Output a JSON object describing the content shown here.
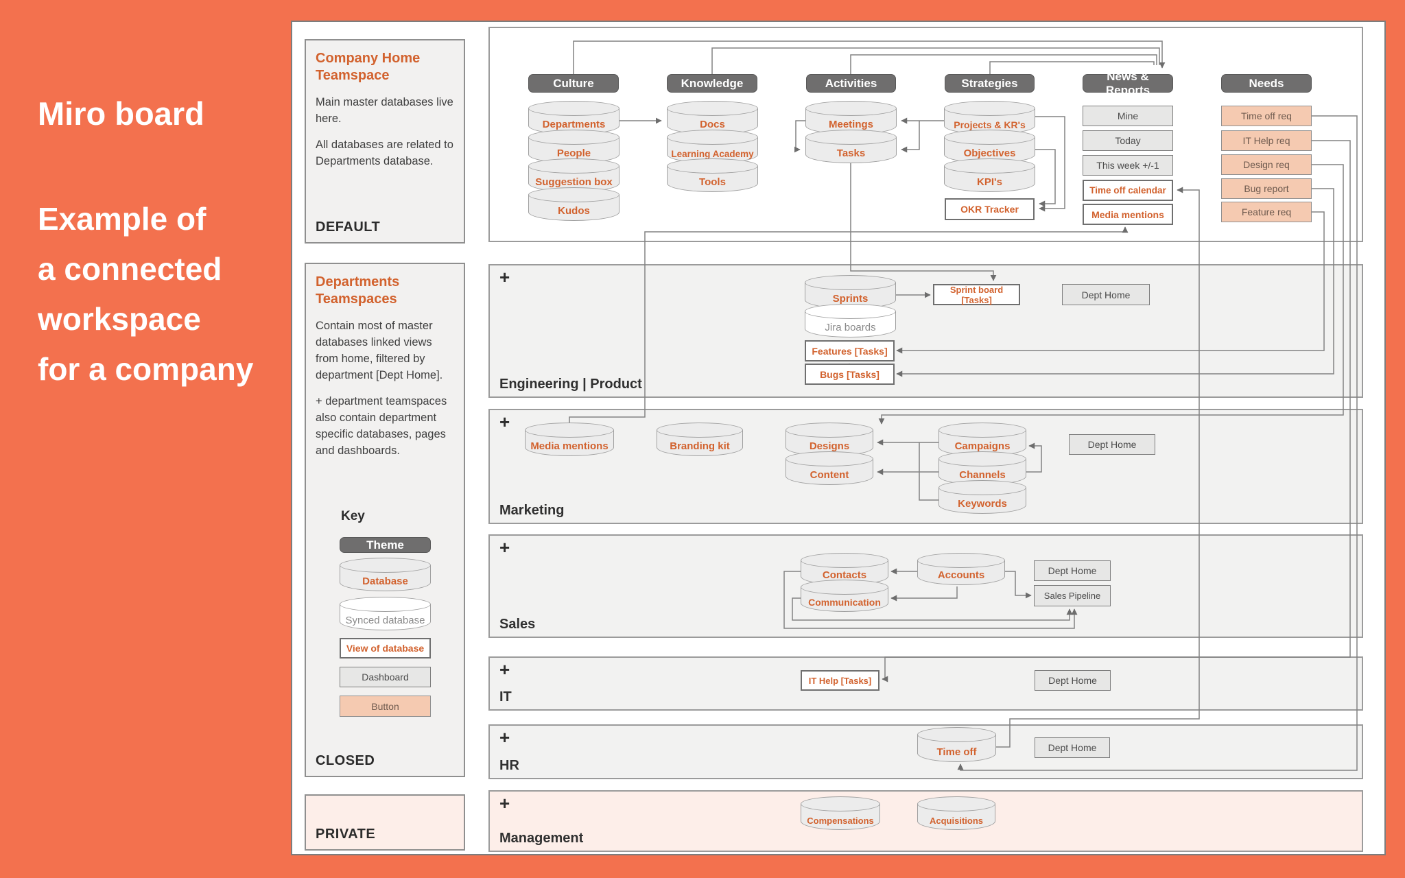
{
  "sidebar": {
    "title": "Miro board",
    "subtitle_lines": [
      "Example of",
      "a connected",
      "workspace",
      "for a company"
    ]
  },
  "panels": {
    "company_home": {
      "title": "Company Home Teamspace",
      "paragraphs": [
        "Main master databases live here.",
        "All databases are related to Departments database."
      ],
      "footer": "DEFAULT"
    },
    "departments": {
      "title": "Departments Teamspaces",
      "paragraphs": [
        "Contain most of master databases linked views from home, filtered by department [Dept Home].",
        "+ department teamspaces also contain department specific databases, pages and dashboards."
      ],
      "key": {
        "title": "Key",
        "items": [
          {
            "type": "theme",
            "label": "Theme"
          },
          {
            "type": "database",
            "label": "Database"
          },
          {
            "type": "synced-database",
            "label": "Synced database"
          },
          {
            "type": "view-of-database",
            "label": "View of database"
          },
          {
            "type": "dashboard",
            "label": "Dashboard"
          },
          {
            "type": "button",
            "label": "Button"
          }
        ]
      },
      "footer": "CLOSED"
    },
    "private": {
      "footer": "PRIVATE"
    }
  },
  "themes": [
    {
      "label": "Culture",
      "items": [
        "Departments",
        "People",
        "Suggestion box",
        "Kudos"
      ]
    },
    {
      "label": "Knowledge",
      "items": [
        "Docs",
        "Learning Academy",
        "Tools"
      ]
    },
    {
      "label": "Activities",
      "items": [
        "Meetings",
        "Tasks"
      ]
    },
    {
      "label": "Strategies",
      "items": [
        "Projects & KR's",
        "Objectives",
        "KPI's",
        "OKR Tracker"
      ]
    },
    {
      "label": "News & Reports",
      "items": [
        "Mine",
        "Today",
        "This week +/-1",
        "Time off calendar",
        "Media mentions"
      ]
    },
    {
      "label": "Needs",
      "items": [
        "Time off req",
        "IT Help req",
        "Design req",
        "Bug report",
        "Feature req"
      ]
    }
  ],
  "rows": [
    {
      "label": "Engineering | Product",
      "plus": "+",
      "items": [
        "Sprints",
        "Jira boards",
        "Features [Tasks]",
        "Bugs [Tasks]",
        "Sprint board [Tasks]",
        "Dept Home"
      ]
    },
    {
      "label": "Marketing",
      "plus": "+",
      "items": [
        "Media mentions",
        "Branding kit",
        "Designs",
        "Content",
        "Campaigns",
        "Channels",
        "Keywords",
        "Dept Home"
      ]
    },
    {
      "label": "Sales",
      "plus": "+",
      "items": [
        "Contacts",
        "Communication",
        "Accounts",
        "Dept Home",
        "Sales Pipeline"
      ]
    },
    {
      "label": "IT",
      "plus": "+",
      "items": [
        "IT Help [Tasks]",
        "Dept Home"
      ]
    },
    {
      "label": "HR",
      "plus": "+",
      "items": [
        "Time off",
        "Dept Home"
      ]
    },
    {
      "label": "Management",
      "plus": "+",
      "items": [
        "Compensations",
        "Acquisitions"
      ]
    }
  ],
  "colors": {
    "background_coral": "#f3714e",
    "node_label_orange": "#d2622e",
    "theme_pill_gray": "#6f6e6e",
    "button_fill": "#f5cab1",
    "row_fill": "#f2f2f1",
    "private_fill": "#fdeee9"
  }
}
